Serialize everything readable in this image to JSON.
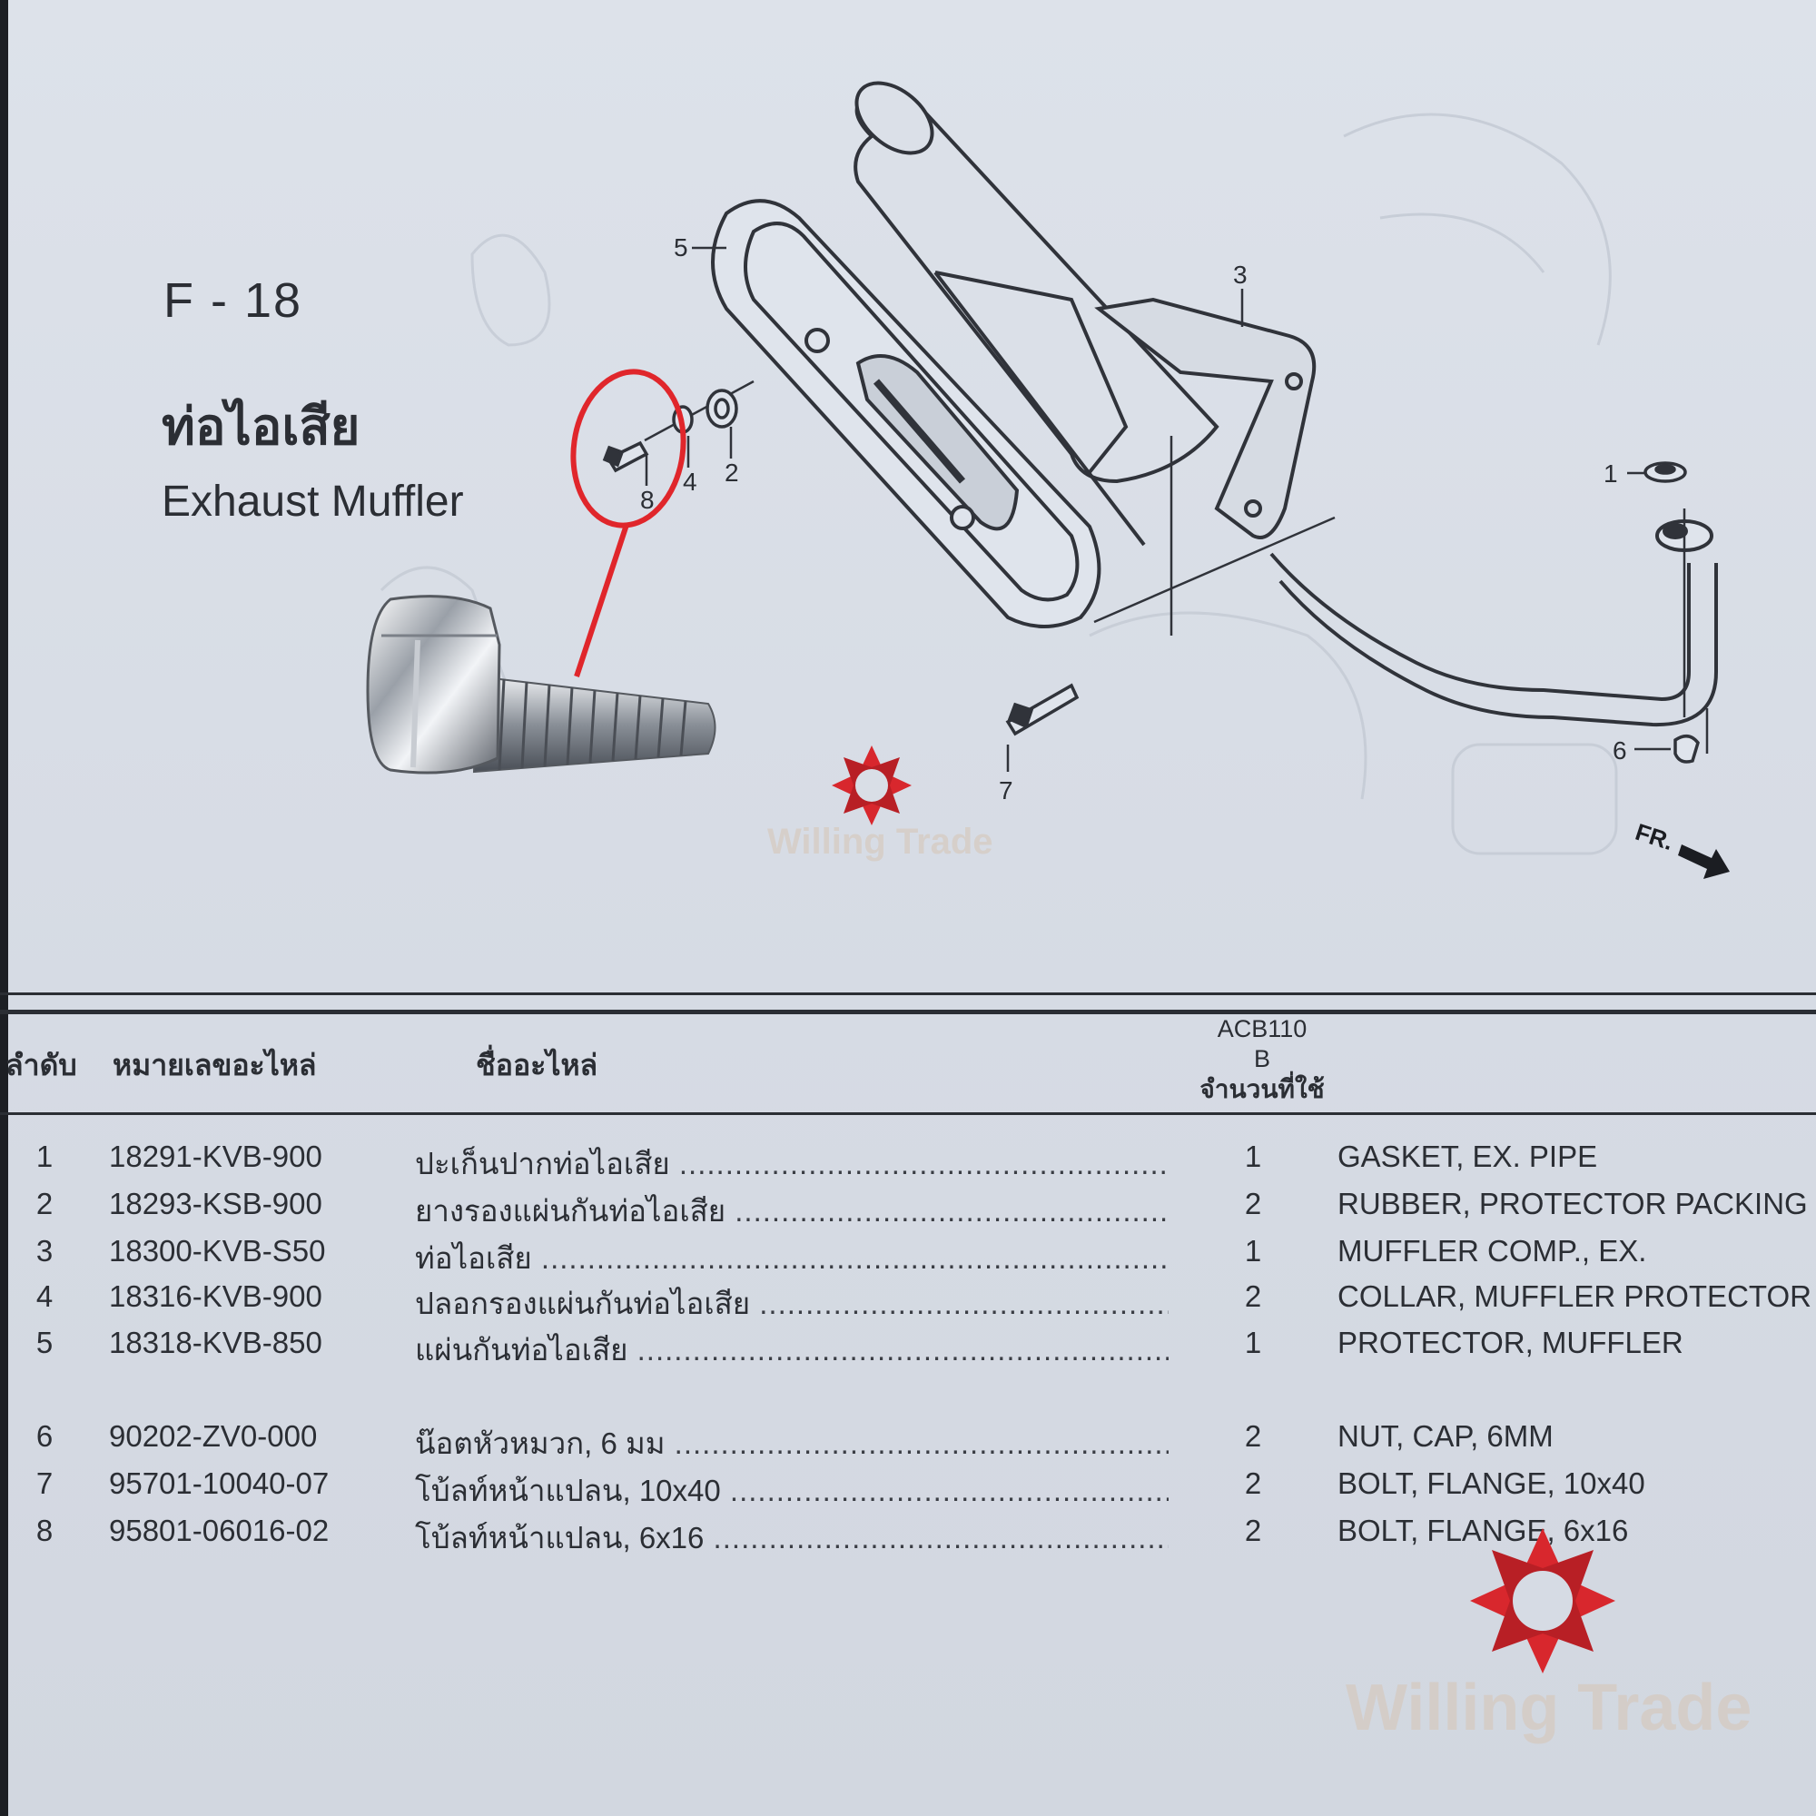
{
  "header": {
    "code": "F - 18",
    "title_thai": "ท่อไอเสีย",
    "title_english": "Exhaust Muffler"
  },
  "diagram": {
    "callouts": [
      "1",
      "2",
      "3",
      "4",
      "5",
      "6",
      "7",
      "8"
    ],
    "front_marker": "FR."
  },
  "table": {
    "headers": {
      "index": "ลำดับ",
      "part_number": "หมายเลขอะไหล่",
      "part_name": "ชื่ออะไหล่",
      "model": "ACB110",
      "model_type": "B",
      "quantity": "จำนวนที่ใช้"
    },
    "rows": [
      {
        "no": "1",
        "part": "18291-KVB-900",
        "name": "ปะเก็นปากท่อไอเสีย",
        "qty": "1",
        "desc": "GASKET, EX. PIPE"
      },
      {
        "no": "2",
        "part": "18293-KSB-900",
        "name": "ยางรองแผ่นกันท่อไอเสีย",
        "qty": "2",
        "desc": "RUBBER, PROTECTOR PACKING"
      },
      {
        "no": "3",
        "part": "18300-KVB-S50",
        "name": "ท่อไอเสีย",
        "qty": "1",
        "desc": "MUFFLER COMP., EX."
      },
      {
        "no": "4",
        "part": "18316-KVB-900",
        "name": "ปลอกรองแผ่นกันท่อไอเสีย",
        "qty": "2",
        "desc": "COLLAR, MUFFLER PROTECTOR"
      },
      {
        "no": "5",
        "part": "18318-KVB-850",
        "name": "แผ่นกันท่อไอเสีย",
        "qty": "1",
        "desc": "PROTECTOR, MUFFLER"
      },
      {
        "no": "6",
        "part": "90202-ZV0-000",
        "name": "น๊อตหัวหมวก, 6 มม",
        "qty": "2",
        "desc": "NUT, CAP, 6MM"
      },
      {
        "no": "7",
        "part": "95701-10040-07",
        "name": "โบ้ลท์หน้าแปลน, 10x40",
        "qty": "2",
        "desc": "BOLT, FLANGE, 10x40"
      },
      {
        "no": "8",
        "part": "95801-06016-02",
        "name": "โบ้ลท์หน้าแปลน, 6x16",
        "qty": "2",
        "desc": "BOLT, FLANGE, 6x16"
      }
    ]
  },
  "watermark": {
    "text": "Willing Trade"
  },
  "colors": {
    "highlight": "#e0262b",
    "ink": "#2b2e34",
    "paper": "#d9dee6"
  }
}
